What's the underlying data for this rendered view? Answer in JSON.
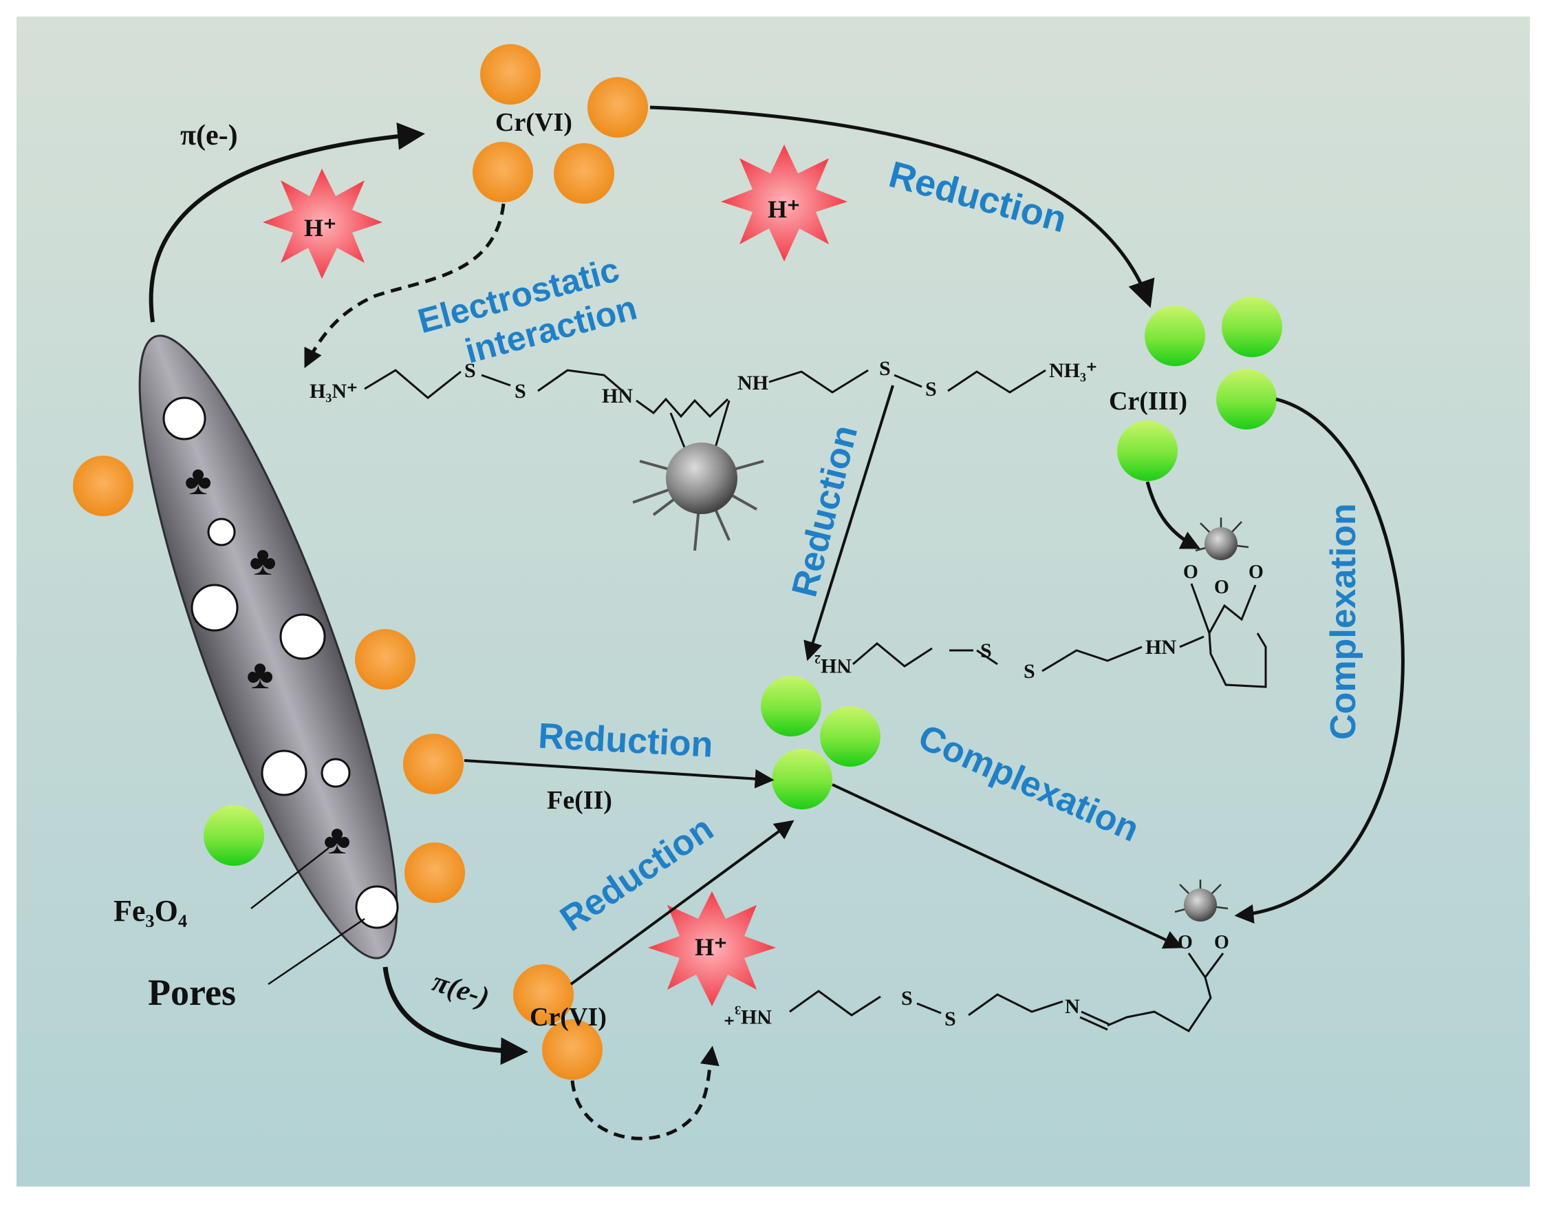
{
  "colors": {
    "cr6": "#f59a2c",
    "cr3": "#4fd82a",
    "label_blue": "#1f80c8",
    "hplus": "#f2535d",
    "background_top": "#d4dfd6",
    "background_bottom": "#b5d3d4"
  },
  "labels": {
    "pi_electron_top": "π(e-)",
    "pi_electron_bottom": "π(e-)",
    "cr6_top": "Cr(VI)",
    "cr6_bottom": "Cr(VI)",
    "cr3": "Cr(III)",
    "fe2": "Fe(II)",
    "fe3o4": "Fe₃O₄",
    "pores": "Pores",
    "hplus": "H⁺",
    "electrostatic_line1": "Electrostatic",
    "electrostatic_line2": "interaction",
    "reduction_top": "Reduction",
    "reduction_middle": "Reduction",
    "reduction_fe": "Reduction",
    "reduction_bottom": "Reduction",
    "complexation_right": "Complexation",
    "complexation_middle": "Complexation"
  },
  "chem": {
    "h3n_plus": "H₃N⁺",
    "nh3_plus": "NH₃⁺",
    "hn": "HN",
    "nh": "NH",
    "nh2": "NH₂",
    "n": "N",
    "s": "S",
    "o": "O",
    "club": "♣"
  }
}
